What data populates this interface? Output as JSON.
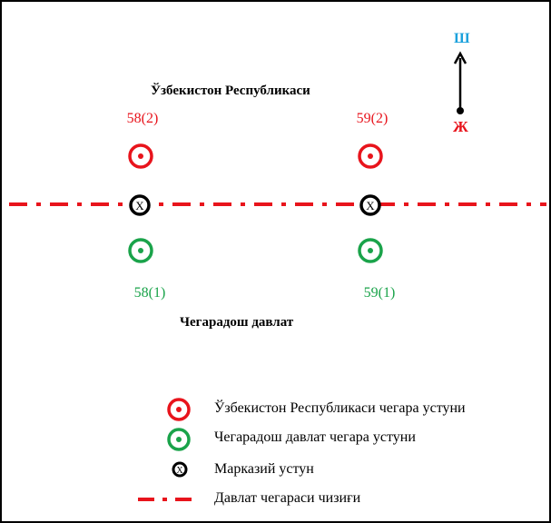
{
  "country_label": "Ўзбекистон Республикаси",
  "neighbor_label": "Чегарадош давлат",
  "compass": {
    "north": "Ш",
    "south": "Ж"
  },
  "posts": [
    {
      "top_label": "58(2)",
      "bottom_label": "58(1)"
    },
    {
      "top_label": "59(2)",
      "bottom_label": "59(1)"
    }
  ],
  "center_mark": "X",
  "legend": [
    {
      "label": "Ўзбекистон Республикаси чегара устуни"
    },
    {
      "label": "Чегарадош давлат чегара устуни"
    },
    {
      "label": "Марказий устун"
    },
    {
      "label": "Давлат чегараси чизиғи"
    }
  ],
  "colors": {
    "red": "#e8141c",
    "green": "#1aa34a",
    "blue": "#1ba1dc",
    "black": "#000000"
  }
}
